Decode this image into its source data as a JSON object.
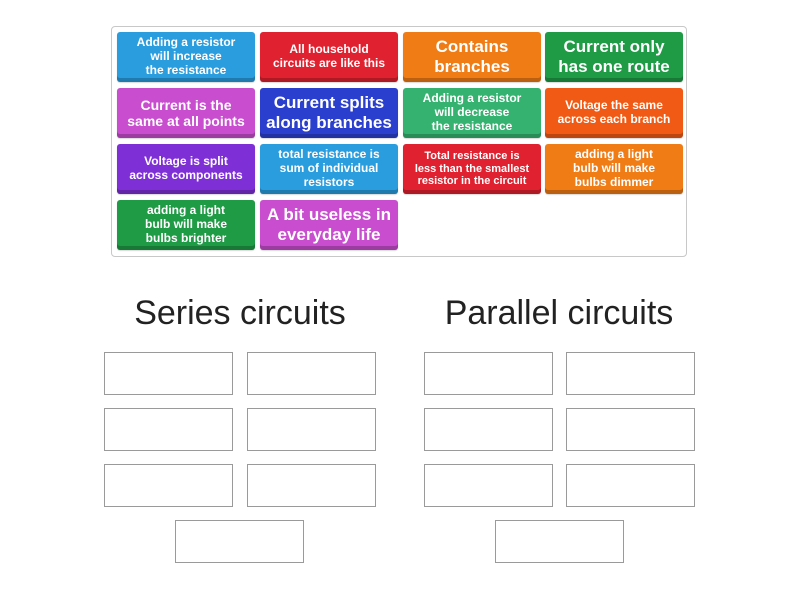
{
  "tiles": [
    {
      "label": "Adding a resistor\nwill increase\nthe resistance",
      "color": "#2a9ddf"
    },
    {
      "label": "All household\ncircuits are like this",
      "color": "#e0212f"
    },
    {
      "label": "Contains\nbranches",
      "color": "#f07c16"
    },
    {
      "label": "Current only\nhas one route",
      "color": "#1f9a45"
    },
    {
      "label": "Current is the\nsame at all points",
      "color": "#c84ecf"
    },
    {
      "label": "Current splits\nalong branches",
      "color": "#2b3fcf"
    },
    {
      "label": "Adding a resistor\nwill decrease\nthe resistance",
      "color": "#35b26f"
    },
    {
      "label": "Voltage the same\nacross each branch",
      "color": "#f05a14"
    },
    {
      "label": "Voltage is split\nacross components",
      "color": "#7e30d6"
    },
    {
      "label": "total resistance is\nsum of individual\nresistors",
      "color": "#2a9ddf"
    },
    {
      "label": "Total resistance is\nless than the smallest\nresistor in the circuit",
      "color": "#e0212f"
    },
    {
      "label": "adding a light\nbulb will make\nbulbs dimmer",
      "color": "#f07c16"
    },
    {
      "label": "adding a light\nbulb will make\nbulbs brighter",
      "color": "#1f9a45"
    },
    {
      "label": "A bit useless in\neveryday life",
      "color": "#c84ecf"
    }
  ],
  "groups": {
    "series": {
      "title": "Series circuits"
    },
    "parallel": {
      "title": "Parallel circuits"
    }
  }
}
